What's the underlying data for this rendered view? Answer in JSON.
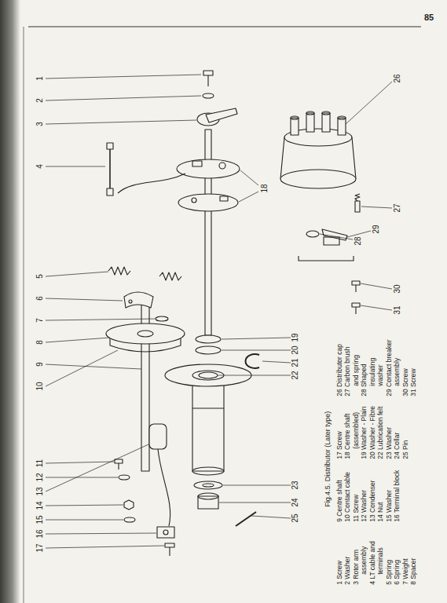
{
  "diagram": {
    "caption": "Fig.4.5. Distributor (Later type)",
    "labels": [
      "85",
      "1",
      "2",
      "3",
      "4",
      "5",
      "6",
      "7",
      "8",
      "9",
      "10",
      "11",
      "12",
      "13",
      "14",
      "15",
      "16",
      "17",
      "18",
      "19",
      "20",
      "21",
      "22",
      "23",
      "24",
      "25",
      "26",
      "27",
      "28",
      "29",
      "30",
      "31",
      "1 Screw",
      "2 Washer",
      "3 Rotor arm assembly",
      "4 LT cable and terminals",
      "5 Spring",
      "6 Spring",
      "7 Weight",
      "8 Spacer",
      "9 Centre shaft",
      "10 Contact cable",
      "11 Screw",
      "12 Washer",
      "13 Condenser",
      "14 Nut",
      "15 Washer",
      "16 Terminal block",
      "17 Screw",
      "18 Centre shaft (assembled)",
      "19 Washer - Plain",
      "20 Washer - Fibre",
      "22 Lubrication felt",
      "23 Washer",
      "24 Collar",
      "25 Pin",
      "26 Distributor cap",
      "27 Carbon brush and spring",
      "28 Shaped insulating washer",
      "29 Contact breaker assembly",
      "30 Screw",
      "31 Screw"
    ]
  }
}
